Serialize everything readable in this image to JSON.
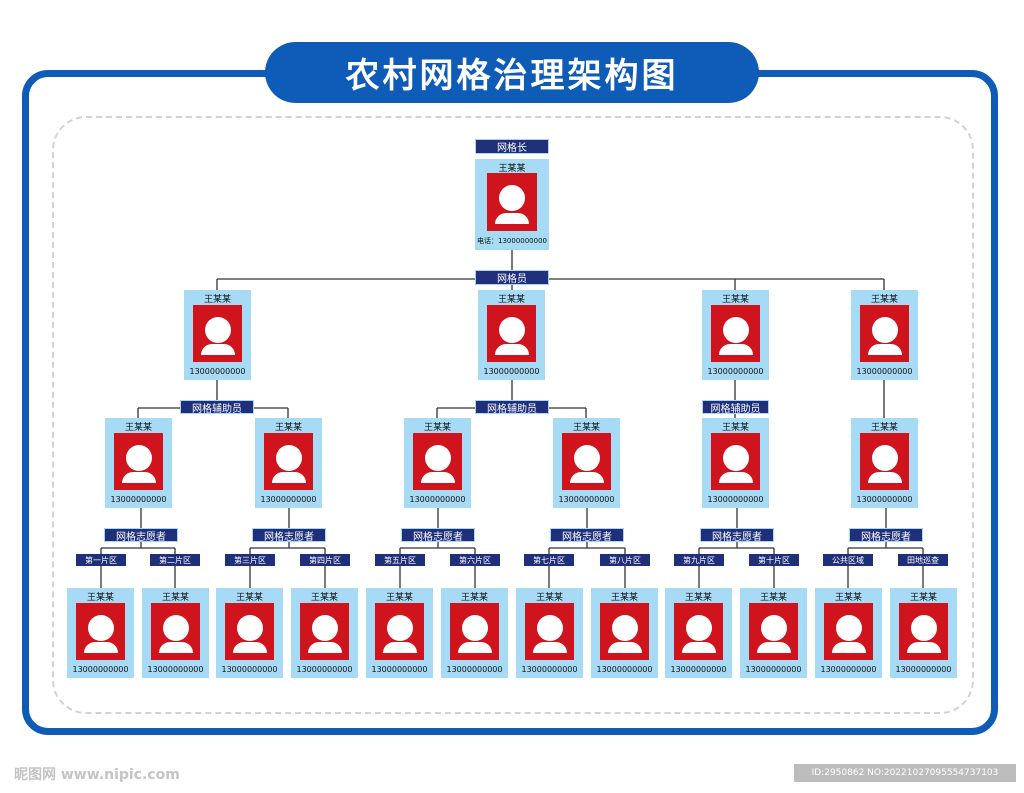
{
  "title": "农村网格治理架构图",
  "person_name": "王某某",
  "phone": "13000000000",
  "leader_phone": "电话：13000000000",
  "roles": {
    "leader": "网格长",
    "member": "网格员",
    "assistant": "网格辅助员",
    "volunteer": "网格志愿者"
  },
  "districts": [
    "第一片区",
    "第二片区",
    "第三片区",
    "第四片区",
    "第五片区",
    "第六片区",
    "第七片区",
    "第八片区",
    "第九片区",
    "第十片区",
    "公共区域",
    "田地巡查"
  ],
  "watermark": {
    "left": "昵图网 www.nipic.com",
    "right": "ID:2950862 NO:20221027095554737103"
  },
  "colors": {
    "frame": "#0e5cb8",
    "tag": "#1f2f7a",
    "card": "#a7dbf5",
    "photo": "#d0141d"
  },
  "icon": "person-silhouette-icon"
}
